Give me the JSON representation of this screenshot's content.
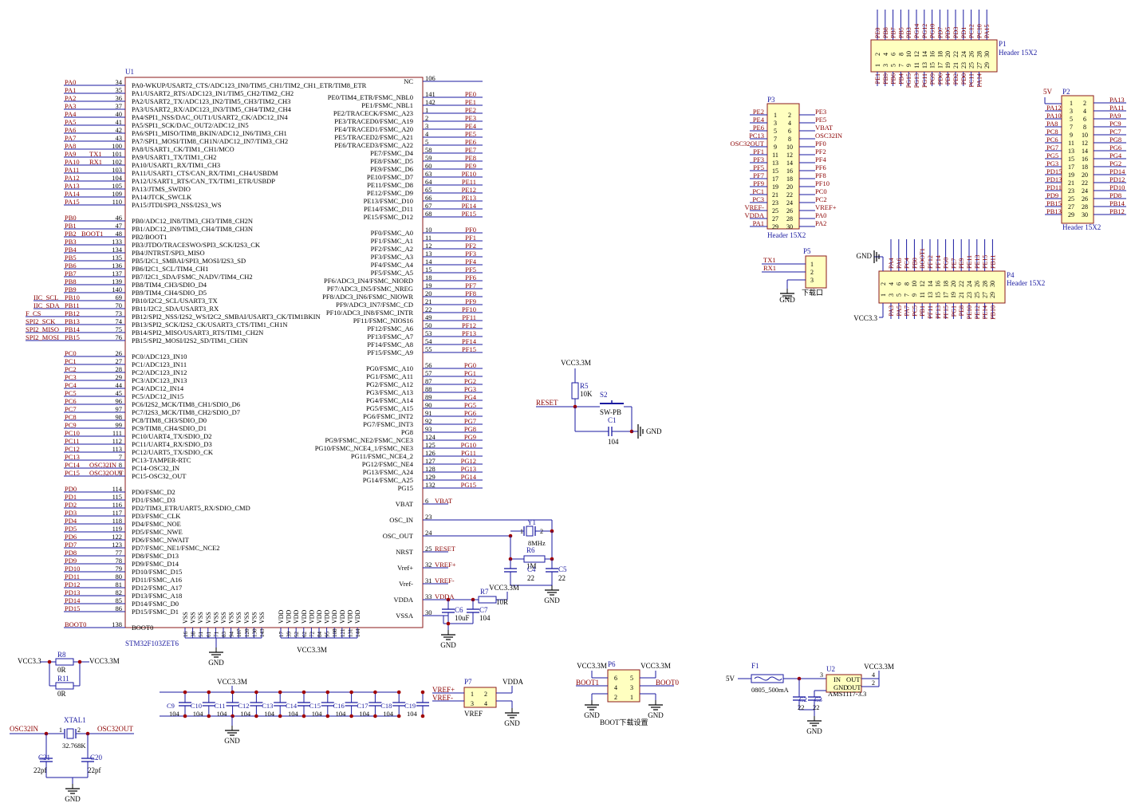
{
  "mcu": {
    "ref": "U1",
    "part": "STM32F103ZET6",
    "left_pins": [
      [
        "PA0",
        "34",
        "PA0-WKUP/USART2_CTS/ADC123_IN0/TIM5_CH1/TIM2_CH1_ETR/TIM8_ETR"
      ],
      [
        "PA1",
        "35",
        "PA1/USART2_RTS/ADC123_IN1/TIM5_CH2/TIM2_CH2"
      ],
      [
        "PA2",
        "36",
        "PA2/USART2_TX/ADC123_IN2/TIM5_CH3/TIM2_CH3"
      ],
      [
        "PA3",
        "37",
        "PA3/USART2_RX/ADC123_IN3/TIM5_CH4/TIM2_CH4"
      ],
      [
        "PA4",
        "40",
        "PA4/SPI1_NSS/DAC_OUT1/USART2_CK/ADC12_IN4"
      ],
      [
        "PA5",
        "41",
        "PA5/SPI1_SCK/DAC_OUT2/ADC12_IN5"
      ],
      [
        "PA6",
        "42",
        "PA6/SPI1_MISO/TIM8_BKIN/ADC12_IN6/TIM3_CH1"
      ],
      [
        "PA7",
        "43",
        "PA7/SPI1_MOSI/TIM8_CH1N/ADC12_IN7/TIM3_CH2"
      ],
      [
        "PA8",
        "100",
        "PA8/USART1_CK/TIM1_CH1/MCO"
      ],
      [
        "PA9",
        "101",
        "PA9/USART1_TX/TIM1_CH2"
      ],
      [
        "PA10",
        "102",
        "PA10/USART1_RX/TIM1_CH3"
      ],
      [
        "PA11",
        "103",
        "PA11/USART1_CTS/CAN_RX/TIM1_CH4/USBDM"
      ],
      [
        "PA12",
        "104",
        "PA12/USART1_RTS/CAN_TX/TIM1_ETR/USBDP"
      ],
      [
        "PA13",
        "105",
        "PA13/JTMS_SWDIO"
      ],
      [
        "PA14",
        "109",
        "PA14/JTCK_SWCLK"
      ],
      [
        "PA15",
        "110",
        "PA15/JTDI/SPI3_NSS/I2S3_WS"
      ],
      [
        "PB0",
        "46",
        "PB0/ADC12_IN8/TIM3_CH3/TIM8_CH2N"
      ],
      [
        "PB1",
        "47",
        "PB1/ADC12_IN9/TIM3_CH4/TIM8_CH3N"
      ],
      [
        "PB2",
        "48",
        "PB2/BOOT1"
      ],
      [
        "PB3",
        "133",
        "PB3/JTDO/TRACESWO/SPI3_SCK/I2S3_CK"
      ],
      [
        "PB4",
        "134",
        "PB4/JNTRST/SPI3_MISO"
      ],
      [
        "PB5",
        "135",
        "PB5/I2C1_SMBAI/SPI3_MOSI/I2S3_SD"
      ],
      [
        "PB6",
        "136",
        "PB6/I2C1_SCL/TIM4_CH1"
      ],
      [
        "PB7",
        "137",
        "PB7/I2C1_SDA/FSMC_NADV/TIM4_CH2"
      ],
      [
        "PB8",
        "139",
        "PB8/TIM4_CH3/SDIO_D4"
      ],
      [
        "PB9",
        "140",
        "PB9/TIM4_CH4/SDIO_D5"
      ],
      [
        "PB10",
        "69",
        "PB10/I2C2_SCL/USART3_TX"
      ],
      [
        "PB11",
        "70",
        "PB11/I2C2_SDA/USART3_RX"
      ],
      [
        "PB12",
        "73",
        "PB12/SPI2_NSS/I2S2_WS/I2C2_SMBAI/USART3_CK/TIM1BKIN"
      ],
      [
        "PB13",
        "74",
        "PB13/SPI2_SCK/I2S2_CK/USART3_CTS/TIM1_CH1N"
      ],
      [
        "PB14",
        "75",
        "PB14/SPI2_MISO/USART3_RTS/TIM1_CH2N"
      ],
      [
        "PB15",
        "76",
        "PB15/SPI2_MOSI/I2S2_SD/TIM1_CH3N"
      ],
      [
        "PC0",
        "26",
        "PC0/ADC123_IN10"
      ],
      [
        "PC1",
        "27",
        "PC1/ADC123_IN11"
      ],
      [
        "PC2",
        "28",
        "PC2/ADC123_IN12"
      ],
      [
        "PC3",
        "29",
        "PC3/ADC123_IN13"
      ],
      [
        "PC4",
        "44",
        "PC4/ADC12_IN14"
      ],
      [
        "PC5",
        "45",
        "PC5/ADC12_IN15"
      ],
      [
        "PC6",
        "96",
        "PC6/I2S2_MCK/TIM8_CH1/SDIO_D6"
      ],
      [
        "PC7",
        "97",
        "PC7/I2S3_MCK/TIM8_CH2/SDIO_D7"
      ],
      [
        "PC8",
        "98",
        "PC8/TIM8_CH3/SDIO_D0"
      ],
      [
        "PC9",
        "99",
        "PC9/TIM8_CH4/SDIO_D1"
      ],
      [
        "PC10",
        "111",
        "PC10/UART4_TX/SDIO_D2"
      ],
      [
        "PC11",
        "112",
        "PC11/UART4_RX/SDIO_D3"
      ],
      [
        "PC12",
        "113",
        "PC12/UART5_TX/SDIO_CK"
      ],
      [
        "PC13",
        "7",
        "PC13-TAMPER-RTC"
      ],
      [
        "PC14",
        "8",
        "PC14-OSC32_IN"
      ],
      [
        "PC15",
        "9",
        "PC15-OSC32_OUT"
      ],
      [
        "PD0",
        "114",
        "PD0/FSMC_D2"
      ],
      [
        "PD1",
        "115",
        "PD1/FSMC_D3"
      ],
      [
        "PD2",
        "116",
        "PD2/TIM3_ETR/UART5_RX/SDIO_CMD"
      ],
      [
        "PD3",
        "117",
        "PD3/FSMC_CLK"
      ],
      [
        "PD4",
        "118",
        "PD4/FSMC_NOE"
      ],
      [
        "PD5",
        "119",
        "PD5/FSMC_NWE"
      ],
      [
        "PD6",
        "122",
        "PD6/FSMC_NWAIT"
      ],
      [
        "PD7",
        "123",
        "PD7/FSMC_NE1/FSMC_NCE2"
      ],
      [
        "PD8",
        "77",
        "PD8/FSMC_D13"
      ],
      [
        "PD9",
        "78",
        "PD9/FSMC_D14"
      ],
      [
        "PD10",
        "79",
        "PD10/FSMC_D15"
      ],
      [
        "PD11",
        "80",
        "PD11/FSMC_A16"
      ],
      [
        "PD12",
        "81",
        "PD12/FSMC_A17"
      ],
      [
        "PD13",
        "82",
        "PD13/FSMC_A18"
      ],
      [
        "PD14",
        "85",
        "PD14/FSMC_D0"
      ],
      [
        "PD15",
        "86",
        "PD15/FSMC_D1"
      ],
      [
        "BOOT0",
        "138",
        "BOOT0"
      ]
    ],
    "left_side_labels": [
      "TX1",
      "RX1",
      "BOOT1",
      "IIC_SCL",
      "IIC_SDA",
      "F_CS",
      "SPI2_SCK",
      "SPI2_MISO",
      "SPI2_MOSI",
      "OSC32IN",
      "OSC32OUT"
    ],
    "right_pins": [
      [
        "NC",
        "106",
        ""
      ],
      [
        "PE0/TIM4_ETR/FSMC_NBL0",
        "141",
        "PE0"
      ],
      [
        "PE1/FSMC_NBL1",
        "142",
        "PE1"
      ],
      [
        "PE2/TRACECK/FSMC_A23",
        "1",
        "PE2"
      ],
      [
        "PE3/TRACED0/FSMC_A19",
        "2",
        "PE3"
      ],
      [
        "PE4/TRACED1/FSMC_A20",
        "3",
        "PE4"
      ],
      [
        "PE5/TRACED2/FSMC_A21",
        "4",
        "PE5"
      ],
      [
        "PE6/TRACED3/FSMC_A22",
        "5",
        "PE6"
      ],
      [
        "PE7/FSMC_D4",
        "58",
        "PE7"
      ],
      [
        "PE8/FSMC_D5",
        "59",
        "PE8"
      ],
      [
        "PE9/FSMC_D6",
        "60",
        "PE9"
      ],
      [
        "PE10/FSMC_D7",
        "63",
        "PE10"
      ],
      [
        "PE11/FSMC_D8",
        "64",
        "PE11"
      ],
      [
        "PE12/FSMC_D9",
        "65",
        "PE12"
      ],
      [
        "PE13/FSMC_D10",
        "66",
        "PE13"
      ],
      [
        "PE14/FSMC_D11",
        "67",
        "PE14"
      ],
      [
        "PE15/FSMC_D12",
        "68",
        "PE15"
      ],
      [
        "PF0/FSMC_A0",
        "10",
        "PF0"
      ],
      [
        "PF1/FSMC_A1",
        "11",
        "PF1"
      ],
      [
        "PF2/FSMC_A2",
        "12",
        "PF2"
      ],
      [
        "PF3/FSMC_A3",
        "13",
        "PF3"
      ],
      [
        "PF4/FSMC_A4",
        "14",
        "PF4"
      ],
      [
        "PF5/FSMC_A5",
        "15",
        "PF5"
      ],
      [
        "PF6/ADC3_IN4/FSMC_NIORD",
        "18",
        "PF6"
      ],
      [
        "PF7/ADC3_IN5/FSMC_NREG",
        "19",
        "PF7"
      ],
      [
        "PF8/ADC3_IN6/FSMC_NIOWR",
        "20",
        "PF8"
      ],
      [
        "PF9/ADC3_IN7/FSMC_CD",
        "21",
        "PF9"
      ],
      [
        "PF10/ADC3_IN8/FSMC_INTR",
        "22",
        "PF10"
      ],
      [
        "PF11/FSMC_NIOS16",
        "49",
        "PF11"
      ],
      [
        "PF12/FSMC_A6",
        "50",
        "PF12"
      ],
      [
        "PF13/FSMC_A7",
        "53",
        "PF13"
      ],
      [
        "PF14/FSMC_A8",
        "54",
        "PF14"
      ],
      [
        "PF15/FSMC_A9",
        "55",
        "PF15"
      ],
      [
        "PG0/FSMC_A10",
        "56",
        "PG0"
      ],
      [
        "PG1/FSMC_A11",
        "57",
        "PG1"
      ],
      [
        "PG2/FSMC_A12",
        "87",
        "PG2"
      ],
      [
        "PG3/FSMC_A13",
        "88",
        "PG3"
      ],
      [
        "PG4/FSMC_A14",
        "89",
        "PG4"
      ],
      [
        "PG5/FSMC_A15",
        "90",
        "PG5"
      ],
      [
        "PG6/FSMC_INT2",
        "91",
        "PG6"
      ],
      [
        "PG7/FSMC_INT3",
        "92",
        "PG7"
      ],
      [
        "PG8",
        "93",
        "PG8"
      ],
      [
        "PG9/FSMC_NE2/FSMC_NCE3",
        "124",
        "PG9"
      ],
      [
        "PG10/FSMC_NCE4_1/FSMC_NE3",
        "125",
        "PG10"
      ],
      [
        "PG11/FSMC_NCE4_2",
        "126",
        "PG11"
      ],
      [
        "PG12/FSMC_NE4",
        "127",
        "PG12"
      ],
      [
        "PG13/FSMC_A24",
        "128",
        "PG13"
      ],
      [
        "PG14/FSMC_A25",
        "129",
        "PG14"
      ],
      [
        "PG15",
        "132",
        "PG15"
      ],
      [
        "VBAT",
        "6",
        "VBAT"
      ],
      [
        "OSC_IN",
        "23",
        ""
      ],
      [
        "OSC_OUT",
        "24",
        ""
      ],
      [
        "NRST",
        "25",
        "RESET"
      ],
      [
        "Vref+",
        "32",
        "VREF+"
      ],
      [
        "Vref-",
        "31",
        "VREF-"
      ],
      [
        "VDDA",
        "33",
        "VDDA"
      ],
      [
        "VSSA",
        "30",
        ""
      ]
    ],
    "vss_pins": [
      "16",
      "38",
      "51",
      "61",
      "71",
      "83",
      "94",
      "107",
      "120",
      "130",
      "143"
    ],
    "vdd_pins": [
      "17",
      "39",
      "52",
      "62",
      "72",
      "84",
      "95",
      "108",
      "121",
      "131",
      "144"
    ],
    "vss_label": "VSS",
    "vdd_label": "VDD"
  },
  "nets": {
    "vcc": "VCC3.3M",
    "vcc_short": "VCC3.3",
    "gnd": "GND",
    "five_v": "5V",
    "reset": "RESET",
    "osc32in": "OSC32IN",
    "osc32out": "OSC32OUT",
    "vref_p": "VREF+",
    "vref_m": "VREF-",
    "vdda": "VDDA",
    "boot0": "BOOT0",
    "boot1": "BOOT1",
    "tx1": "TX1",
    "rx1": "RX1"
  },
  "p1": {
    "ref": "P1",
    "name": "Header 15X2",
    "top": [
      "PE0",
      "PB8",
      "PB7",
      "PB5",
      "PB3",
      "PG14",
      "PG12",
      "PG10",
      "PD7",
      "PD5",
      "PD3",
      "PD1",
      "PC12",
      "PC10",
      "PA15"
    ],
    "bottom": [
      "PE1",
      "PB9",
      "PB6",
      "PB4",
      "PG15",
      "PG13",
      "PG11",
      "PG9",
      "PD6",
      "PD4",
      "PD2",
      "PD0",
      "PC11",
      "PA14"
    ],
    "even": [
      "2",
      "4",
      "6",
      "8",
      "10",
      "12",
      "14",
      "16",
      "18",
      "20",
      "22",
      "24",
      "26",
      "28",
      "30"
    ],
    "odd": [
      "1",
      "3",
      "5",
      "7",
      "9",
      "11",
      "13",
      "15",
      "17",
      "19",
      "21",
      "23",
      "25",
      "27",
      "29"
    ]
  },
  "p2": {
    "ref": "P2",
    "name": "Header 15X2",
    "power": "5V",
    "left": [
      "PA12",
      "PA10",
      "PA8",
      "PC8",
      "PC6",
      "PG7",
      "PG5",
      "PG3",
      "PD15",
      "PD13",
      "PD11",
      "PD9",
      "PB15",
      "PB13"
    ],
    "right": [
      "PA13",
      "PA11",
      "PA9",
      "PC9",
      "PC7",
      "PG8",
      "PG6",
      "PG4",
      "PG2",
      "PD14",
      "PD12",
      "PD10",
      "PD8",
      "PB14",
      "PB12"
    ],
    "odd": [
      "1",
      "3",
      "5",
      "7",
      "9",
      "11",
      "13",
      "15",
      "17",
      "19",
      "21",
      "23",
      "25",
      "27",
      "29"
    ],
    "even": [
      "2",
      "4",
      "6",
      "8",
      "10",
      "12",
      "14",
      "16",
      "18",
      "20",
      "22",
      "24",
      "26",
      "28",
      "30"
    ]
  },
  "p3": {
    "ref": "P3",
    "name": "Header 15X2",
    "left": [
      "PE2",
      "PE4",
      "PE6",
      "PC13",
      "OSC32OUT",
      "PF1",
      "PF3",
      "PF5",
      "PF7",
      "PF9",
      "PC1",
      "PC3",
      "VREF-",
      "VDDA",
      "PA1"
    ],
    "right": [
      "PE3",
      "PE5",
      "VBAT",
      "OSC32IN",
      "PF0",
      "PF2",
      "PF4",
      "PF6",
      "PF8",
      "PF10",
      "PC0",
      "PC2",
      "VREF+",
      "PA0",
      "PA2"
    ],
    "odd": [
      "1",
      "3",
      "5",
      "7",
      "9",
      "11",
      "13",
      "15",
      "17",
      "19",
      "21",
      "23",
      "25",
      "27",
      "29"
    ],
    "even": [
      "2",
      "4",
      "6",
      "8",
      "10",
      "12",
      "14",
      "16",
      "18",
      "20",
      "22",
      "24",
      "26",
      "28",
      "30"
    ]
  },
  "p4": {
    "ref": "P4",
    "name": "Header 15X2",
    "gnd": "GND",
    "vcc": "VCC3.3",
    "top": [
      "PA4",
      "PA6",
      "PC4",
      "PB0",
      "BOOT1",
      "PF12",
      "PF14",
      "PG0",
      "PE7",
      "PE9",
      "PE11",
      "PE13",
      "PE15",
      "PB11"
    ],
    "bottom": [
      "PA3",
      "PA5",
      "PA7",
      "PC5",
      "PB1",
      "PF11",
      "PF13",
      "PF15",
      "PG1",
      "PE8",
      "PE10",
      "PE12",
      "PE14",
      "PB10"
    ],
    "even": [
      "2",
      "4",
      "6",
      "8",
      "10",
      "12",
      "14",
      "16",
      "18",
      "20",
      "22",
      "24",
      "26",
      "28",
      "30"
    ],
    "odd": [
      "1",
      "3",
      "5",
      "7",
      "9",
      "11",
      "13",
      "15",
      "17",
      "19",
      "21",
      "23",
      "25",
      "27",
      "29"
    ]
  },
  "p5": {
    "ref": "P5",
    "pins": [
      "1",
      "2",
      "3"
    ],
    "caption": "下载口",
    "tx": "TX1",
    "rx": "RX1"
  },
  "reset_circuit": {
    "r": "R5",
    "rv": "10K",
    "sw": "S2",
    "swv": "SW-PB",
    "c": "C1",
    "cv": "104"
  },
  "osc": {
    "y": "Y1",
    "yv": "8MHz",
    "r": "R6",
    "rv": "1M",
    "c4": "C4",
    "c5": "C5",
    "cv": "22",
    "p1": "1",
    "p2": "2"
  },
  "vdda_filter": {
    "r": "R7",
    "rv": "10R",
    "c6": "C6",
    "c6v": "10uF",
    "c7": "C7",
    "c7v": "104"
  },
  "zero_ohm": {
    "r8": "R8",
    "r11": "R11",
    "v": "0R",
    "vcc_left": "VCC3.3"
  },
  "decoupling": {
    "refs": [
      "C9",
      "C10",
      "C11",
      "C12",
      "C13",
      "C14",
      "C15",
      "C16",
      "C17",
      "C18",
      "C19"
    ],
    "value": "104"
  },
  "xtal32": {
    "ref": "XTAL1",
    "v": "32.768K",
    "c21": "C21",
    "c20": "C20",
    "cv": "22pf",
    "p1": "1",
    "p2": "2"
  },
  "p7": {
    "ref": "P7",
    "name": "VREF",
    "pins": [
      "1",
      "2",
      "3",
      "4"
    ]
  },
  "p6": {
    "ref": "P6",
    "caption": "BOOT下载设置",
    "pins": [
      "6",
      "5",
      "4",
      "3",
      "2",
      "1"
    ]
  },
  "power": {
    "fuse": "F1",
    "fuse_v": "0805_500mA",
    "reg": "U2",
    "reg_v": "AMS1117-3.3",
    "in": "IN",
    "out": "OUT",
    "gnd": "GND",
    "out2": "OUT",
    "pin3": "3",
    "pin4": "4",
    "pin2": "2",
    "pin1": "1",
    "c2": "C2",
    "c3": "C3",
    "cv": "22"
  }
}
